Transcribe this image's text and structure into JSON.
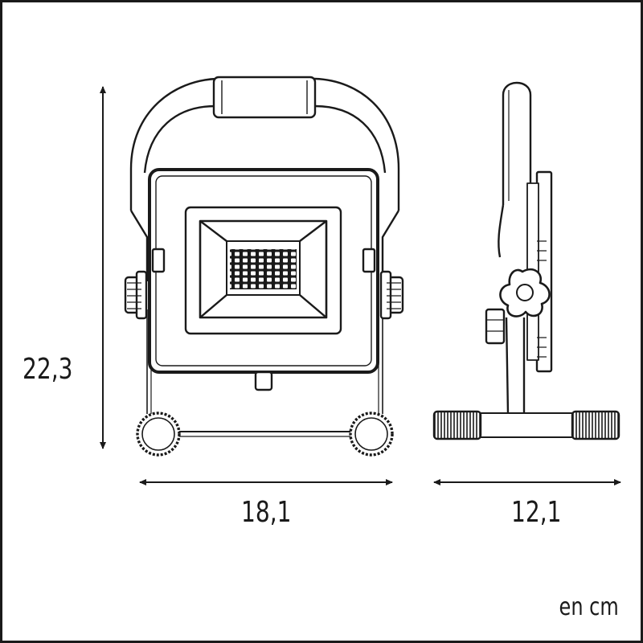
{
  "dimensions": {
    "height": "22,3",
    "width": "18,1",
    "depth": "12,1"
  },
  "unit": "en cm",
  "colors": {
    "line": "#1a1a1a",
    "background": "#ffffff"
  },
  "icons": {
    "front_view": "floodlight-front-view",
    "side_view": "floodlight-side-view",
    "arrows": "double-headed-dimension-arrow"
  }
}
